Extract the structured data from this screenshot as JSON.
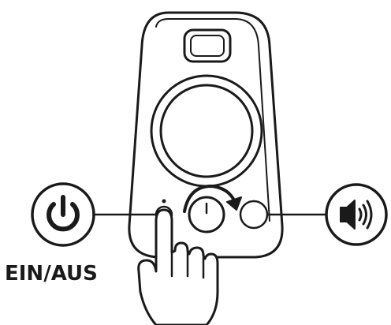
{
  "labels": {
    "power": "EIN/AUS"
  },
  "icons": {
    "power_icon": "power-symbol",
    "volume_icon": "speaker-volume",
    "rotate_arrow": "clockwise-arrow",
    "hand": "pointing-hand"
  },
  "colors": {
    "ink": "#1a1a1a",
    "background": "#ffffff"
  }
}
